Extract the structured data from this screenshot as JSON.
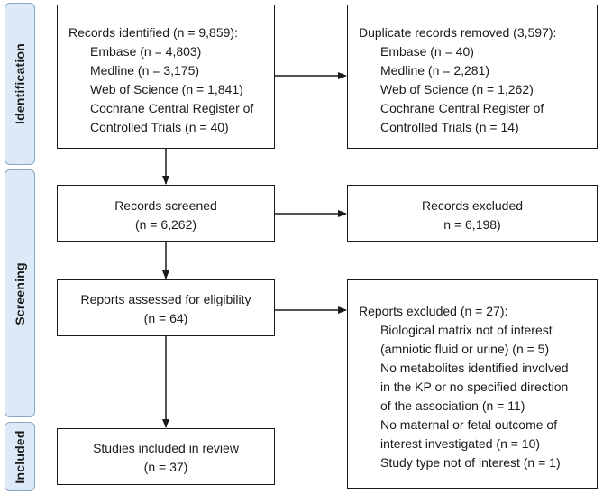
{
  "phases": {
    "identification": "Identification",
    "screening": "Screening",
    "included": "Included"
  },
  "identified": {
    "title": "Records identified (n = 9,859):",
    "items": [
      "Embase (n = 4,803)",
      "Medline (n = 3,175)",
      "Web of Science (n = 1,841)",
      "Cochrane Central Register of",
      "Controlled Trials (n = 40)"
    ]
  },
  "duplicates": {
    "title": "Duplicate records removed (3,597):",
    "items": [
      "Embase (n = 40)",
      "Medline (n = 2,281)",
      "Web of Science (n = 1,262)",
      "Cochrane Central Register of",
      "Controlled Trials (n = 14)"
    ]
  },
  "screened": {
    "title": "Records screened",
    "count": "(n = 6,262)"
  },
  "excluded_records": {
    "title": "Records excluded",
    "count": "n = 6,198)"
  },
  "assessed": {
    "title": "Reports assessed for eligibility",
    "count": "(n = 64)"
  },
  "excluded_reports": {
    "title": "Reports excluded (n = 27):",
    "items": [
      "Biological matrix not of interest",
      "(amniotic fluid or urine) (n = 5)",
      "No metabolites identified involved",
      "in the KP or no specified direction",
      "of the association (n = 11)",
      "No maternal or fetal outcome of",
      "interest investigated (n = 10)",
      "Study type not of interest (n = 1)"
    ]
  },
  "included_studies": {
    "title": "Studies included in review",
    "count": "(n = 37)"
  }
}
